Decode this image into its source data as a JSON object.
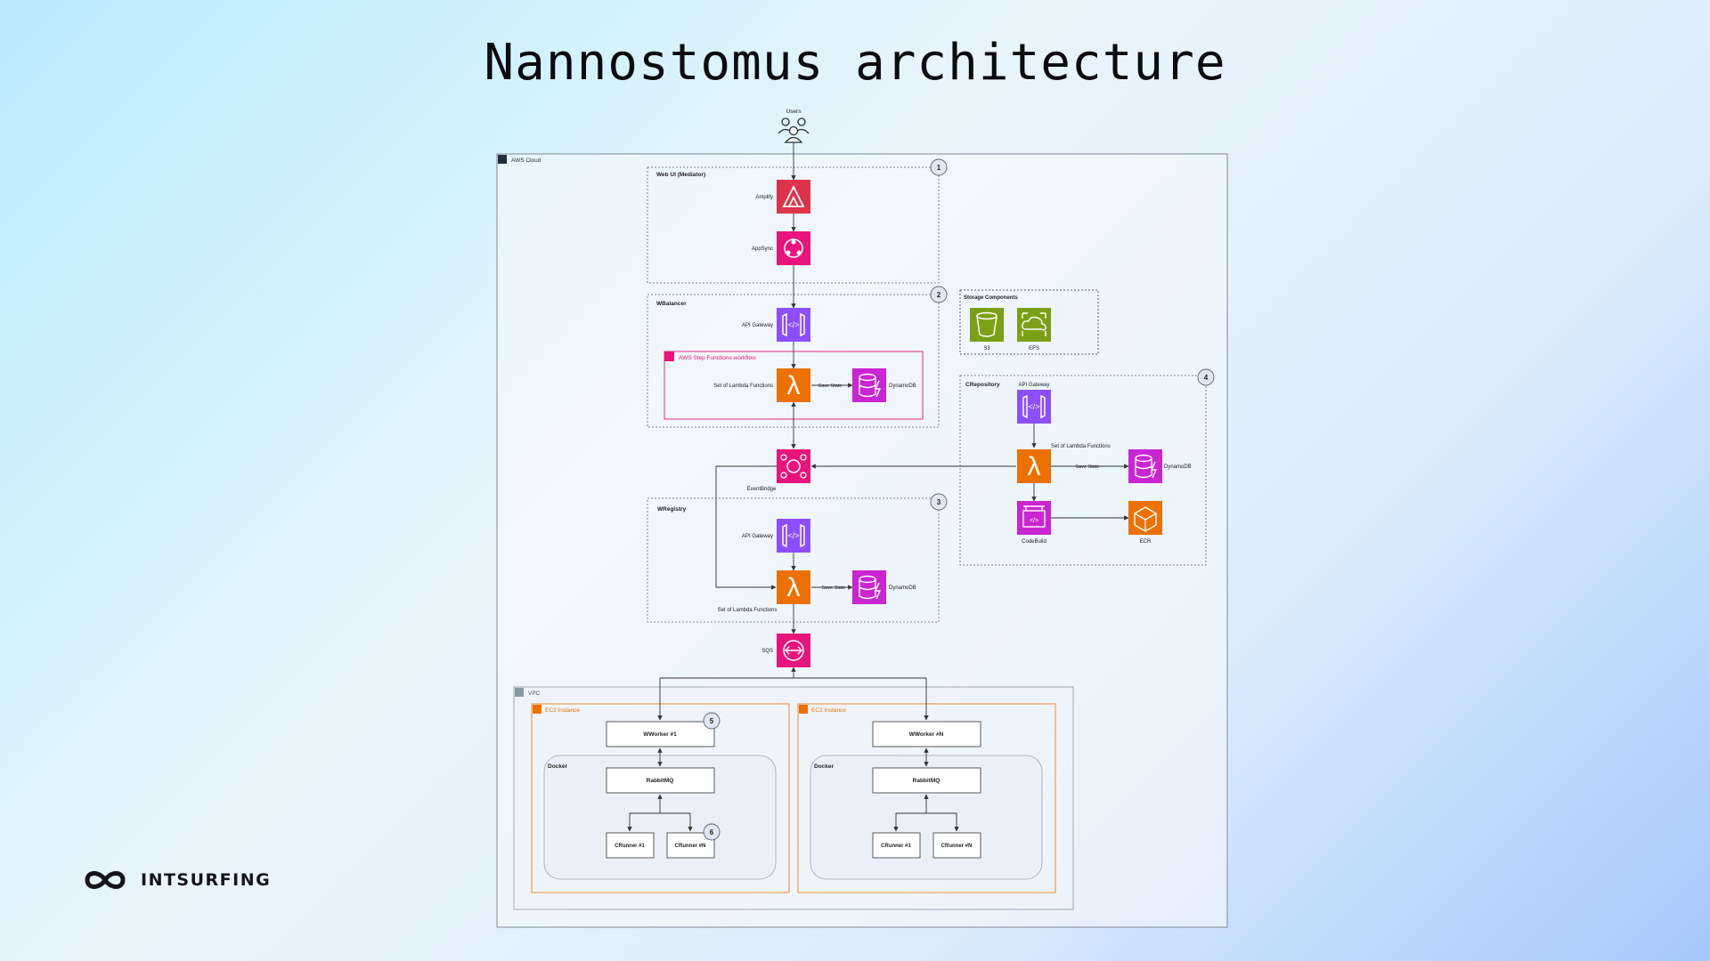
{
  "title": "Nannostomus architecture",
  "brand": {
    "name": "INTSURFING"
  },
  "colors": {
    "network": "#8c4fff",
    "compute": "#ed7100",
    "database": "#c925d1",
    "integration": "#e7157b",
    "storage": "#7aa116",
    "ec2_border": "#ed7100"
  },
  "diagram": {
    "users": "Users",
    "aws_cloud": "AWS Cloud",
    "vpc": "VPC",
    "groups": {
      "web_ui": "Web UI (Mediator)",
      "wbalancer": "WBalancer",
      "step_functions": "AWS Step Functions workflow",
      "wregistry": "WRegistry",
      "storage": "Storage Components",
      "crepository": "CRepository"
    },
    "badges": [
      "1",
      "2",
      "3",
      "4",
      "5",
      "6"
    ],
    "services": {
      "amplify": "Amplify",
      "appsync": "AppSync",
      "api_gateway_1": "API Gateway",
      "lambda_1": "Set of Lambda Functions",
      "dynamodb_1": "DynamoDB",
      "save_state_1": "Save State",
      "eventbridge": "EventBridge",
      "api_gateway_2": "API Gateway",
      "lambda_2": "Set of Lambda Functions",
      "dynamodb_2": "DynamoDB",
      "save_state_2": "Save State",
      "sqs": "SQS",
      "s3": "S3",
      "efs": "EFS",
      "api_gateway_3": "API Gateway",
      "lambda_3": "Set of Lambda Functions",
      "dynamodb_3": "DynamoDB",
      "save_state_3": "Save State",
      "codebuild": "CodeBuild",
      "ecr": "ECR"
    },
    "ec2_left": {
      "label": "EC2 Instance",
      "worker": "WWorker #1",
      "docker": "Docker",
      "rabbitmq": "RabbitMQ",
      "runner_a": "CRunner #1",
      "runner_b": "CRunner #N"
    },
    "ec2_right": {
      "label": "EC2 Instance",
      "worker": "WWorker #N",
      "docker": "Docker",
      "rabbitmq": "RabbitMQ",
      "runner_a": "CRunner #1",
      "runner_b": "CRunner #N"
    }
  }
}
